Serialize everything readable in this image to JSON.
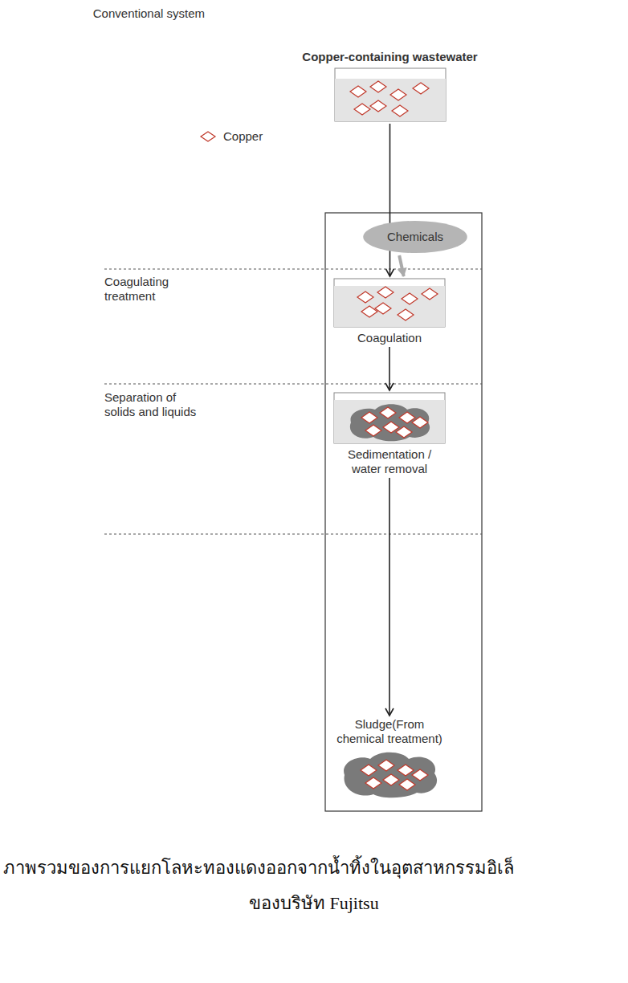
{
  "diagram": {
    "nodes": [
      {
        "text": [
          "Copper-containing wastewater"
        ]
      },
      {
        "text": [
          "Chemicals"
        ]
      },
      {
        "text": [
          "Coagulation"
        ]
      },
      {
        "text": [
          "Sedimentation / water removal"
        ]
      },
      {
        "text": [
          "Sludge(From chemical treatment)"
        ]
      }
    ],
    "edges": [
      {
        "from": 0,
        "to": 2,
        "arrow": "to"
      },
      {
        "from": 1,
        "to": 2,
        "arrow": "to"
      },
      {
        "from": 2,
        "to": 3,
        "arrow": "to"
      },
      {
        "from": 3,
        "to": 4,
        "arrow": "to"
      }
    ],
    "labels": [
      "Conventional system",
      "Coagulating treatment",
      "Separation of solids and liquids",
      "ภาพรวมของการแยกโลหะทองแดงออกจากน้ำทิ้งในอุตสาหกรรมอิเล็",
      "ของบริษัท Fujitsu"
    ],
    "legend": [
      {
        "text": "Copper"
      }
    ]
  }
}
